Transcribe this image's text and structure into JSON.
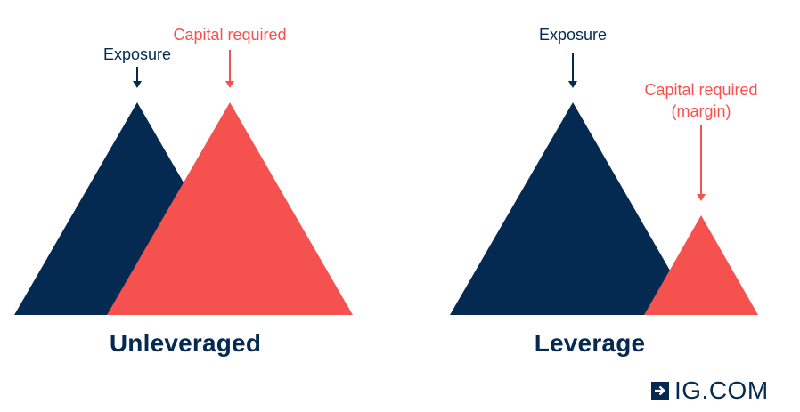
{
  "colors": {
    "exposure": "#052a52",
    "capital": "#f5514e"
  },
  "panels": [
    {
      "title": "Unleveraged",
      "exposure_label": "Exposure",
      "capital_label_line1": "Capital required",
      "capital_label_line2": ""
    },
    {
      "title": "Leverage",
      "exposure_label": "Exposure",
      "capital_label_line1": "Capital required",
      "capital_label_line2": "(margin)"
    }
  ],
  "logo": {
    "icon": "arrow-right-box-icon",
    "text": "IG.COM"
  }
}
